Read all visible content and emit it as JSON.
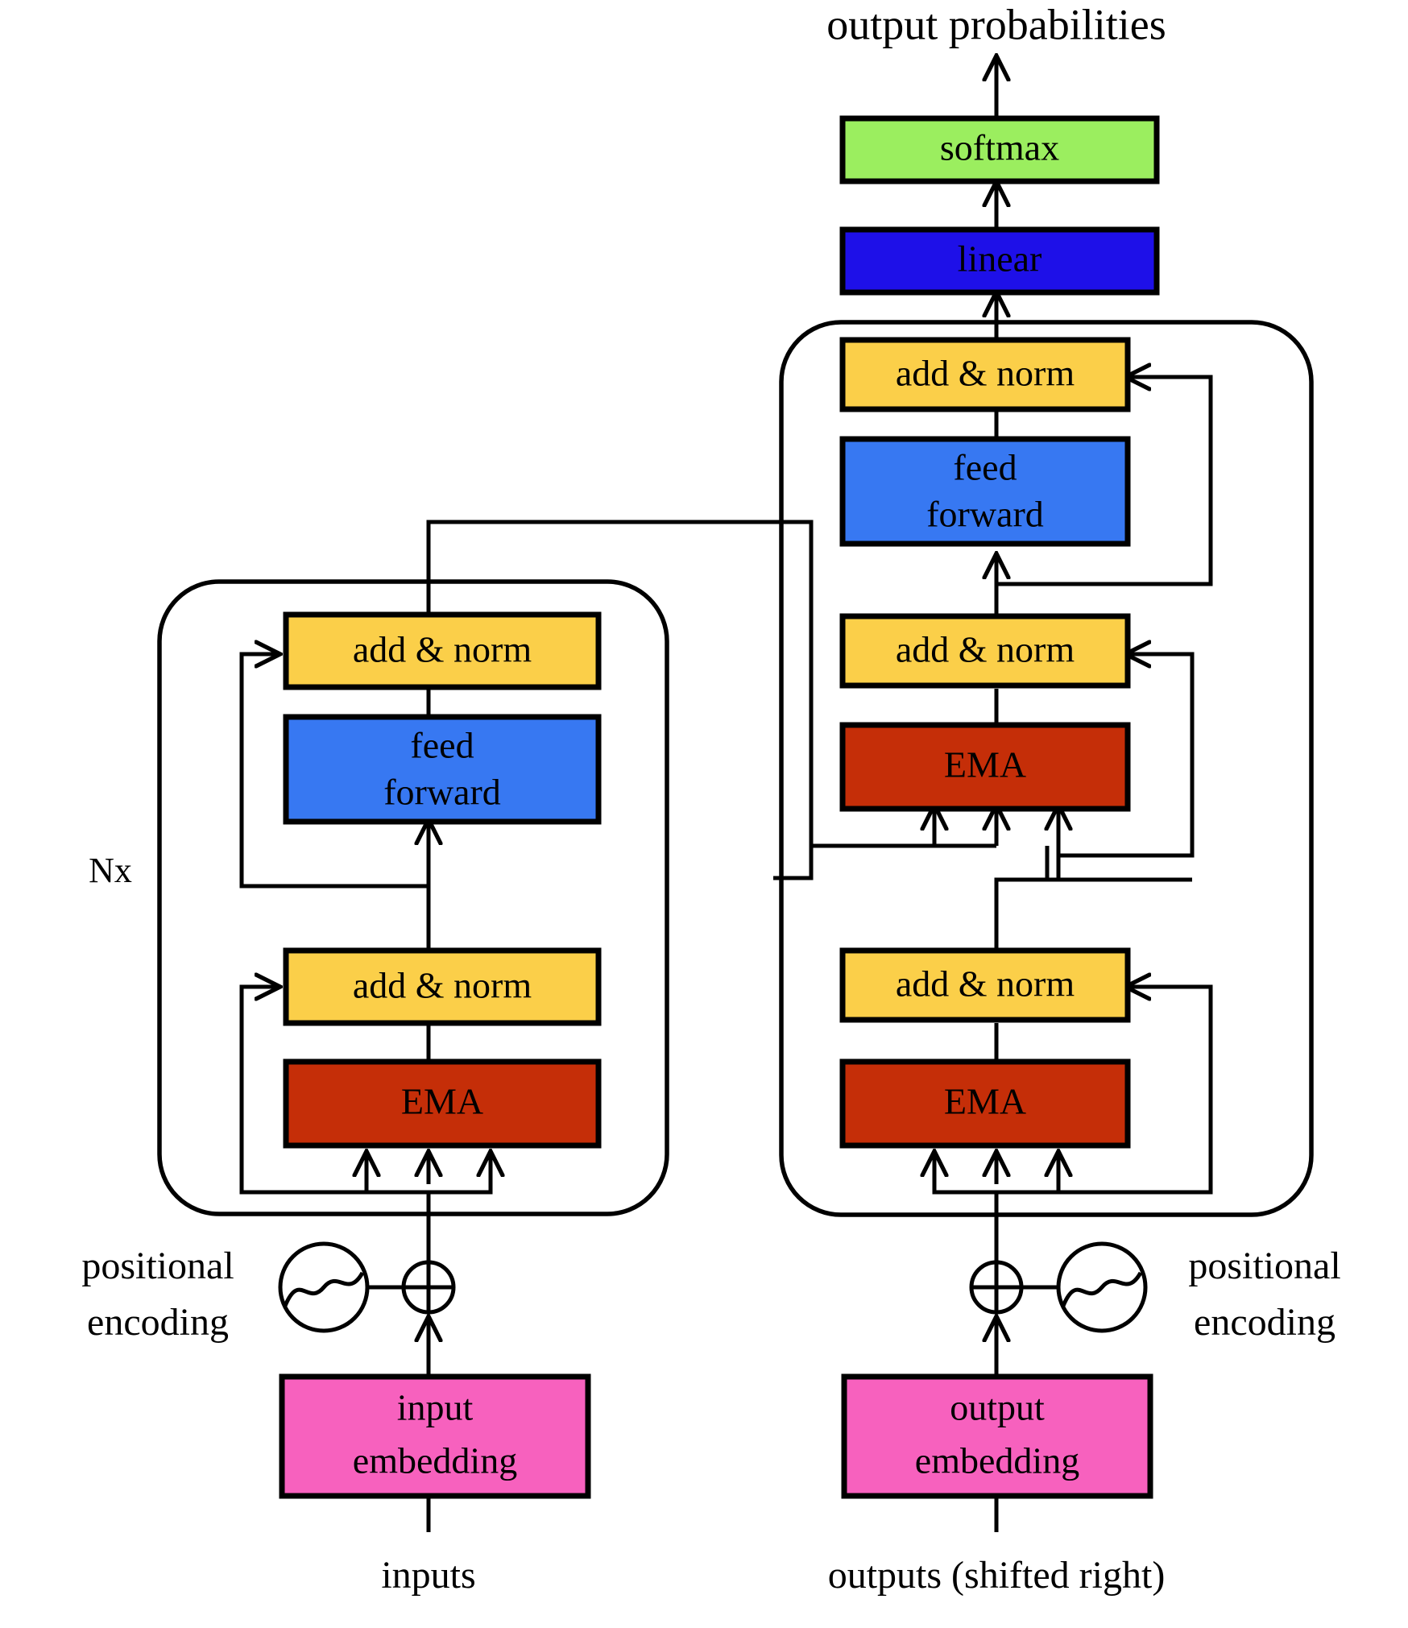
{
  "diagram": {
    "title": "MEGA / EMA-based encoder-decoder transformer architecture",
    "colors": {
      "softmax": "#9BEE5F",
      "linear": "#1E10E8",
      "add_norm": "#FBCF49",
      "feed_forward": "#3778F2",
      "ema": "#C52E08",
      "embedding": "#F761BE",
      "stroke": "#000000",
      "background": "#FFFFFF"
    },
    "labels": {
      "output_probabilities": "output probabilities",
      "softmax": "softmax",
      "linear": "linear",
      "add_norm": "add & norm",
      "feed_forward_line1": "feed",
      "feed_forward_line2": "forward",
      "ema": "EMA",
      "nx": "Nx",
      "positional_encoding_line1": "positional",
      "positional_encoding_line2": "encoding",
      "input_embedding_line1": "input",
      "input_embedding_line2": "embedding",
      "output_embedding_line1": "output",
      "output_embedding_line2": "embedding",
      "inputs": "inputs",
      "outputs_shifted": "outputs (shifted right)"
    },
    "encoder": {
      "name": "encoder-stack",
      "repeat": "Nx",
      "blocks": [
        {
          "id": "enc-add-norm-2",
          "label": "add & norm",
          "color": "#FBCF49"
        },
        {
          "id": "enc-feed-forward",
          "label": "feed forward",
          "color": "#3778F2"
        },
        {
          "id": "enc-add-norm-1",
          "label": "add & norm",
          "color": "#FBCF49"
        },
        {
          "id": "enc-ema",
          "label": "EMA",
          "color": "#C52E08"
        }
      ],
      "input_label": "inputs",
      "embedding_label": "input embedding",
      "positional_encoding_label": "positional encoding"
    },
    "decoder": {
      "name": "decoder-stack",
      "blocks": [
        {
          "id": "dec-add-norm-3",
          "label": "add & norm",
          "color": "#FBCF49"
        },
        {
          "id": "dec-feed-forward",
          "label": "feed forward",
          "color": "#3778F2"
        },
        {
          "id": "dec-add-norm-2",
          "label": "add & norm",
          "color": "#FBCF49"
        },
        {
          "id": "dec-ema-cross",
          "label": "EMA",
          "color": "#C52E08"
        },
        {
          "id": "dec-add-norm-1",
          "label": "add & norm",
          "color": "#FBCF49"
        },
        {
          "id": "dec-ema-self",
          "label": "EMA",
          "color": "#C52E08"
        }
      ],
      "input_label": "outputs (shifted right)",
      "embedding_label": "output embedding",
      "positional_encoding_label": "positional encoding",
      "head": [
        {
          "id": "linear",
          "label": "linear",
          "color": "#1E10E8"
        },
        {
          "id": "softmax",
          "label": "softmax",
          "color": "#9BEE5F"
        }
      ],
      "output_label": "output probabilities"
    }
  }
}
